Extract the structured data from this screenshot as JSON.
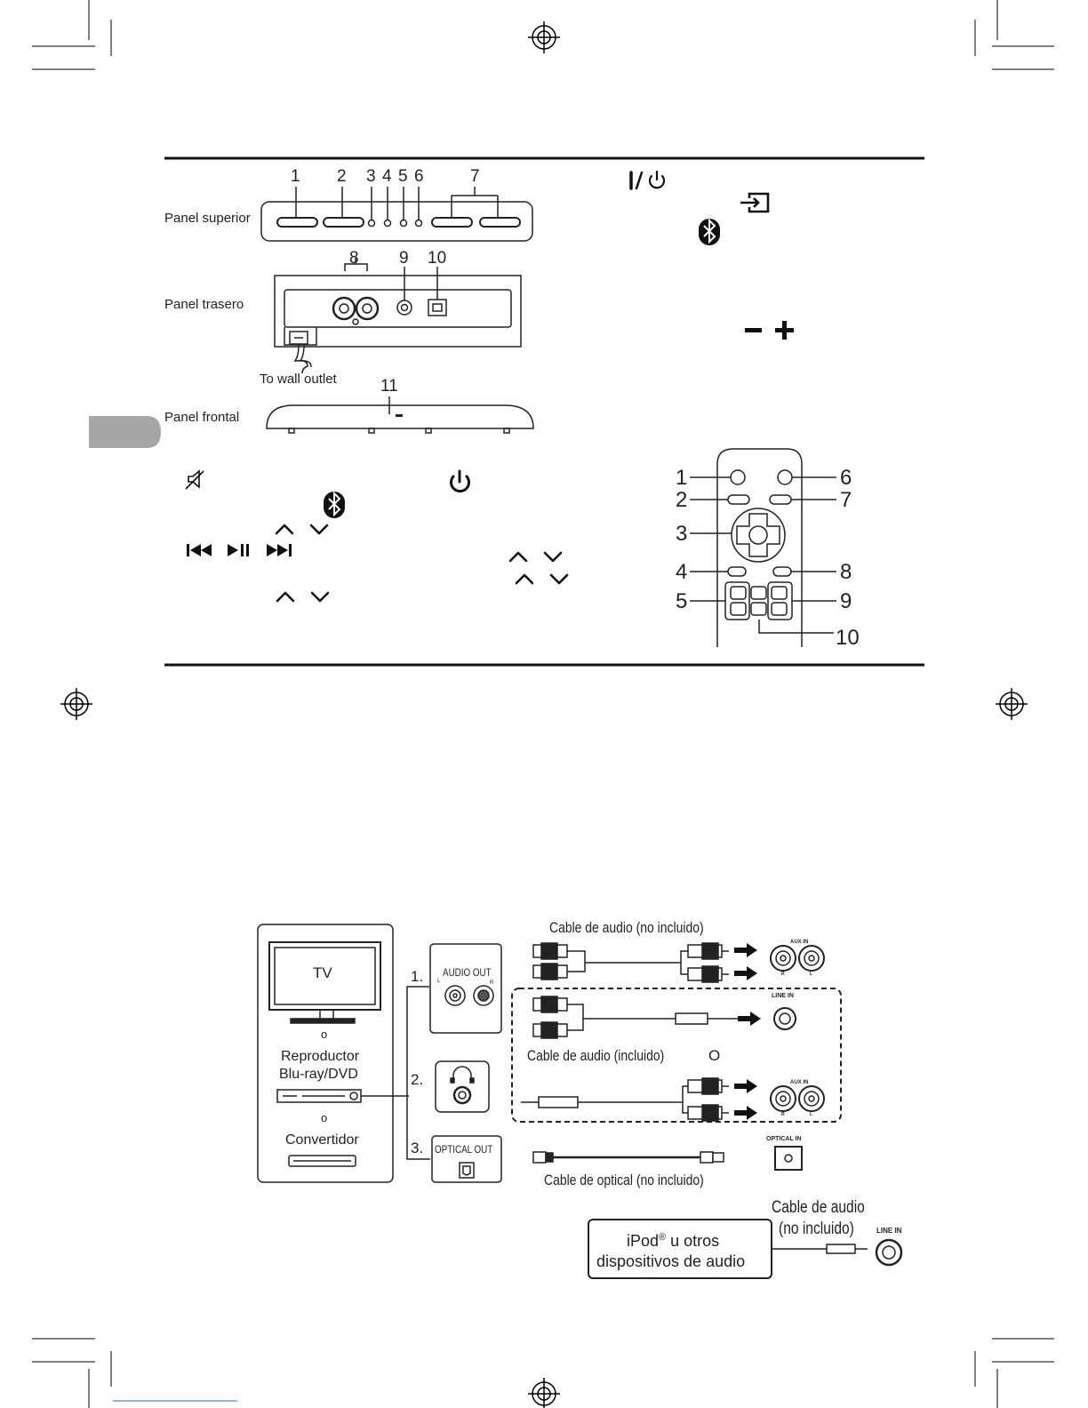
{
  "panels": {
    "top_label": "Panel superior",
    "rear_label": "Panel trasero",
    "front_label": "Panel frontal",
    "wall_outlet": "To wall outlet",
    "top_numbers": [
      "1",
      "2",
      "3",
      "4",
      "5",
      "6",
      "7"
    ],
    "rear_numbers": [
      "8",
      "9",
      "10"
    ],
    "front_number": "11"
  },
  "remote": {
    "numbers_left": [
      "1",
      "2",
      "3",
      "4",
      "5"
    ],
    "numbers_right": [
      "6",
      "7",
      "8",
      "9"
    ],
    "number_bottom": "10"
  },
  "connections": {
    "tv": "TV",
    "or1": "o",
    "bluray_line1": "Reproductor",
    "bluray_line2": "Blu-ray/DVD",
    "or2": "o",
    "converter": "Convertidor",
    "opt1": "1.",
    "opt2": "2.",
    "opt3": "3.",
    "audio_out": "AUDIO OUT",
    "optical_out": "OPTICAL OUT",
    "jack_l": "L",
    "jack_r": "R",
    "cable_not_included": "Cable de audio (no incluido)",
    "cable_included": "Cable de audio (incluido)",
    "or3": "O",
    "cable_optical": "Cable de optical (no incluido)",
    "aux_in": "AUX IN",
    "line_in": "LINE IN",
    "optical_in": "OPTICAL IN",
    "aux_r": "R",
    "aux_l": "L"
  },
  "ipod": {
    "line1": "iPod",
    "reg": "®",
    "line1_rest": " u otros",
    "line2": "dispositivos de audio",
    "cable_line1": "Cable de audio",
    "cable_line2": "(no incluido)",
    "line_in": "LINE IN"
  }
}
